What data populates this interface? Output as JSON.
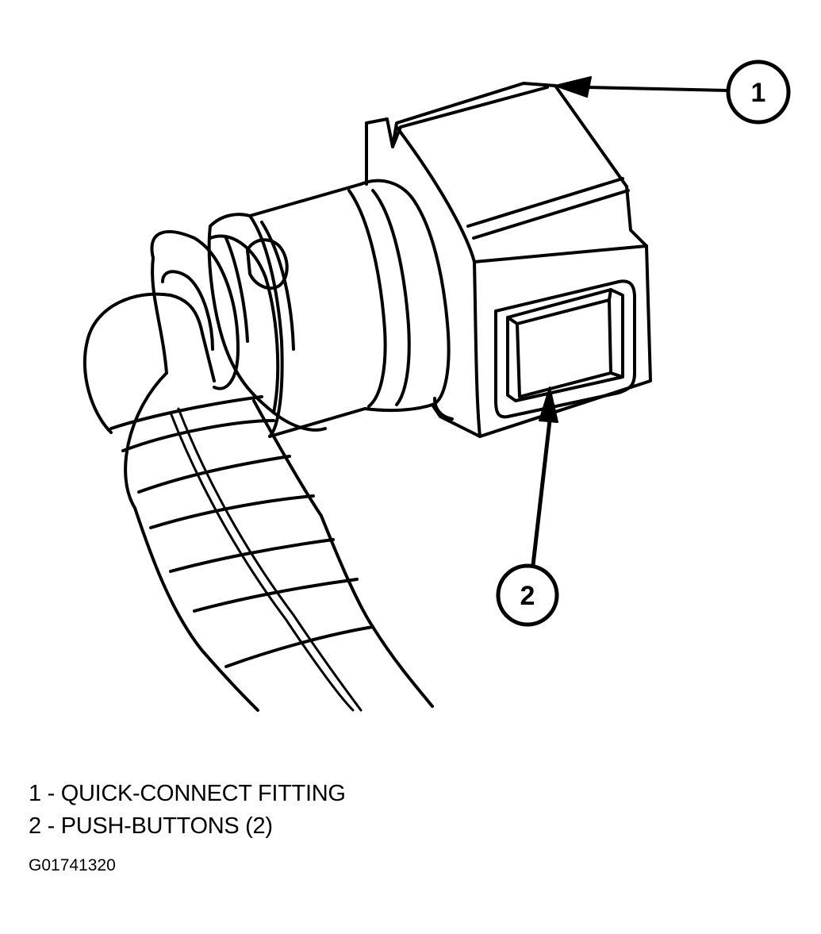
{
  "callouts": [
    {
      "number": "1"
    },
    {
      "number": "2"
    }
  ],
  "legend": [
    {
      "number": "1",
      "separator": " - ",
      "text": "QUICK-CONNECT FITTING"
    },
    {
      "number": "2",
      "separator": " - ",
      "text": "PUSH-BUTTONS (2)"
    }
  ],
  "figure_id": "G01741320",
  "colors": {
    "line": "#000000",
    "background": "#ffffff"
  }
}
